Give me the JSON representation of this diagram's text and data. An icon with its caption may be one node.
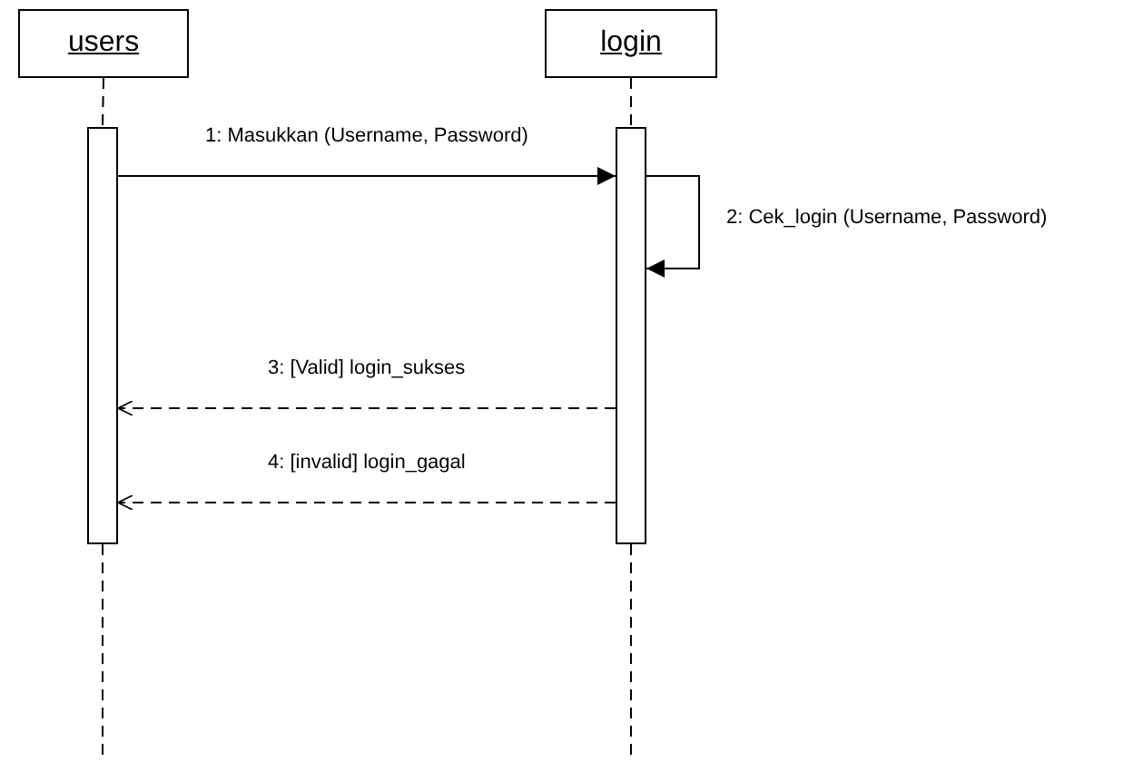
{
  "diagram": {
    "nodes": [
      {
        "text": [
          "users"
        ]
      },
      {
        "text": [
          "login"
        ]
      },
      {
        "text": [],
        "shape": "bar"
      },
      {
        "text": [],
        "shape": "bar"
      }
    ],
    "edges": [
      {
        "from": 0,
        "to": 2,
        "arrow": "none",
        "style": "dashed"
      },
      {
        "from": 2,
        "to": null,
        "arrow": "none",
        "style": "dashed"
      },
      {
        "from": 1,
        "to": 3,
        "arrow": "none",
        "style": "dashed"
      },
      {
        "from": 3,
        "to": null,
        "arrow": "none",
        "style": "dashed"
      },
      {
        "from": 2,
        "to": 3,
        "arrow": "to",
        "label": "1: Masukkan (Username, Password)"
      },
      {
        "from": 3,
        "to": 3,
        "arrow": "to",
        "label": "2: Cek_login (Username, Password)"
      },
      {
        "from": 3,
        "to": 2,
        "arrow": "to",
        "style": "dashed",
        "label": "3: [Valid] login_sukses"
      },
      {
        "from": 3,
        "to": 2,
        "arrow": "to",
        "style": "dashed",
        "label": "4: [invalid] login_gagal"
      }
    ]
  }
}
